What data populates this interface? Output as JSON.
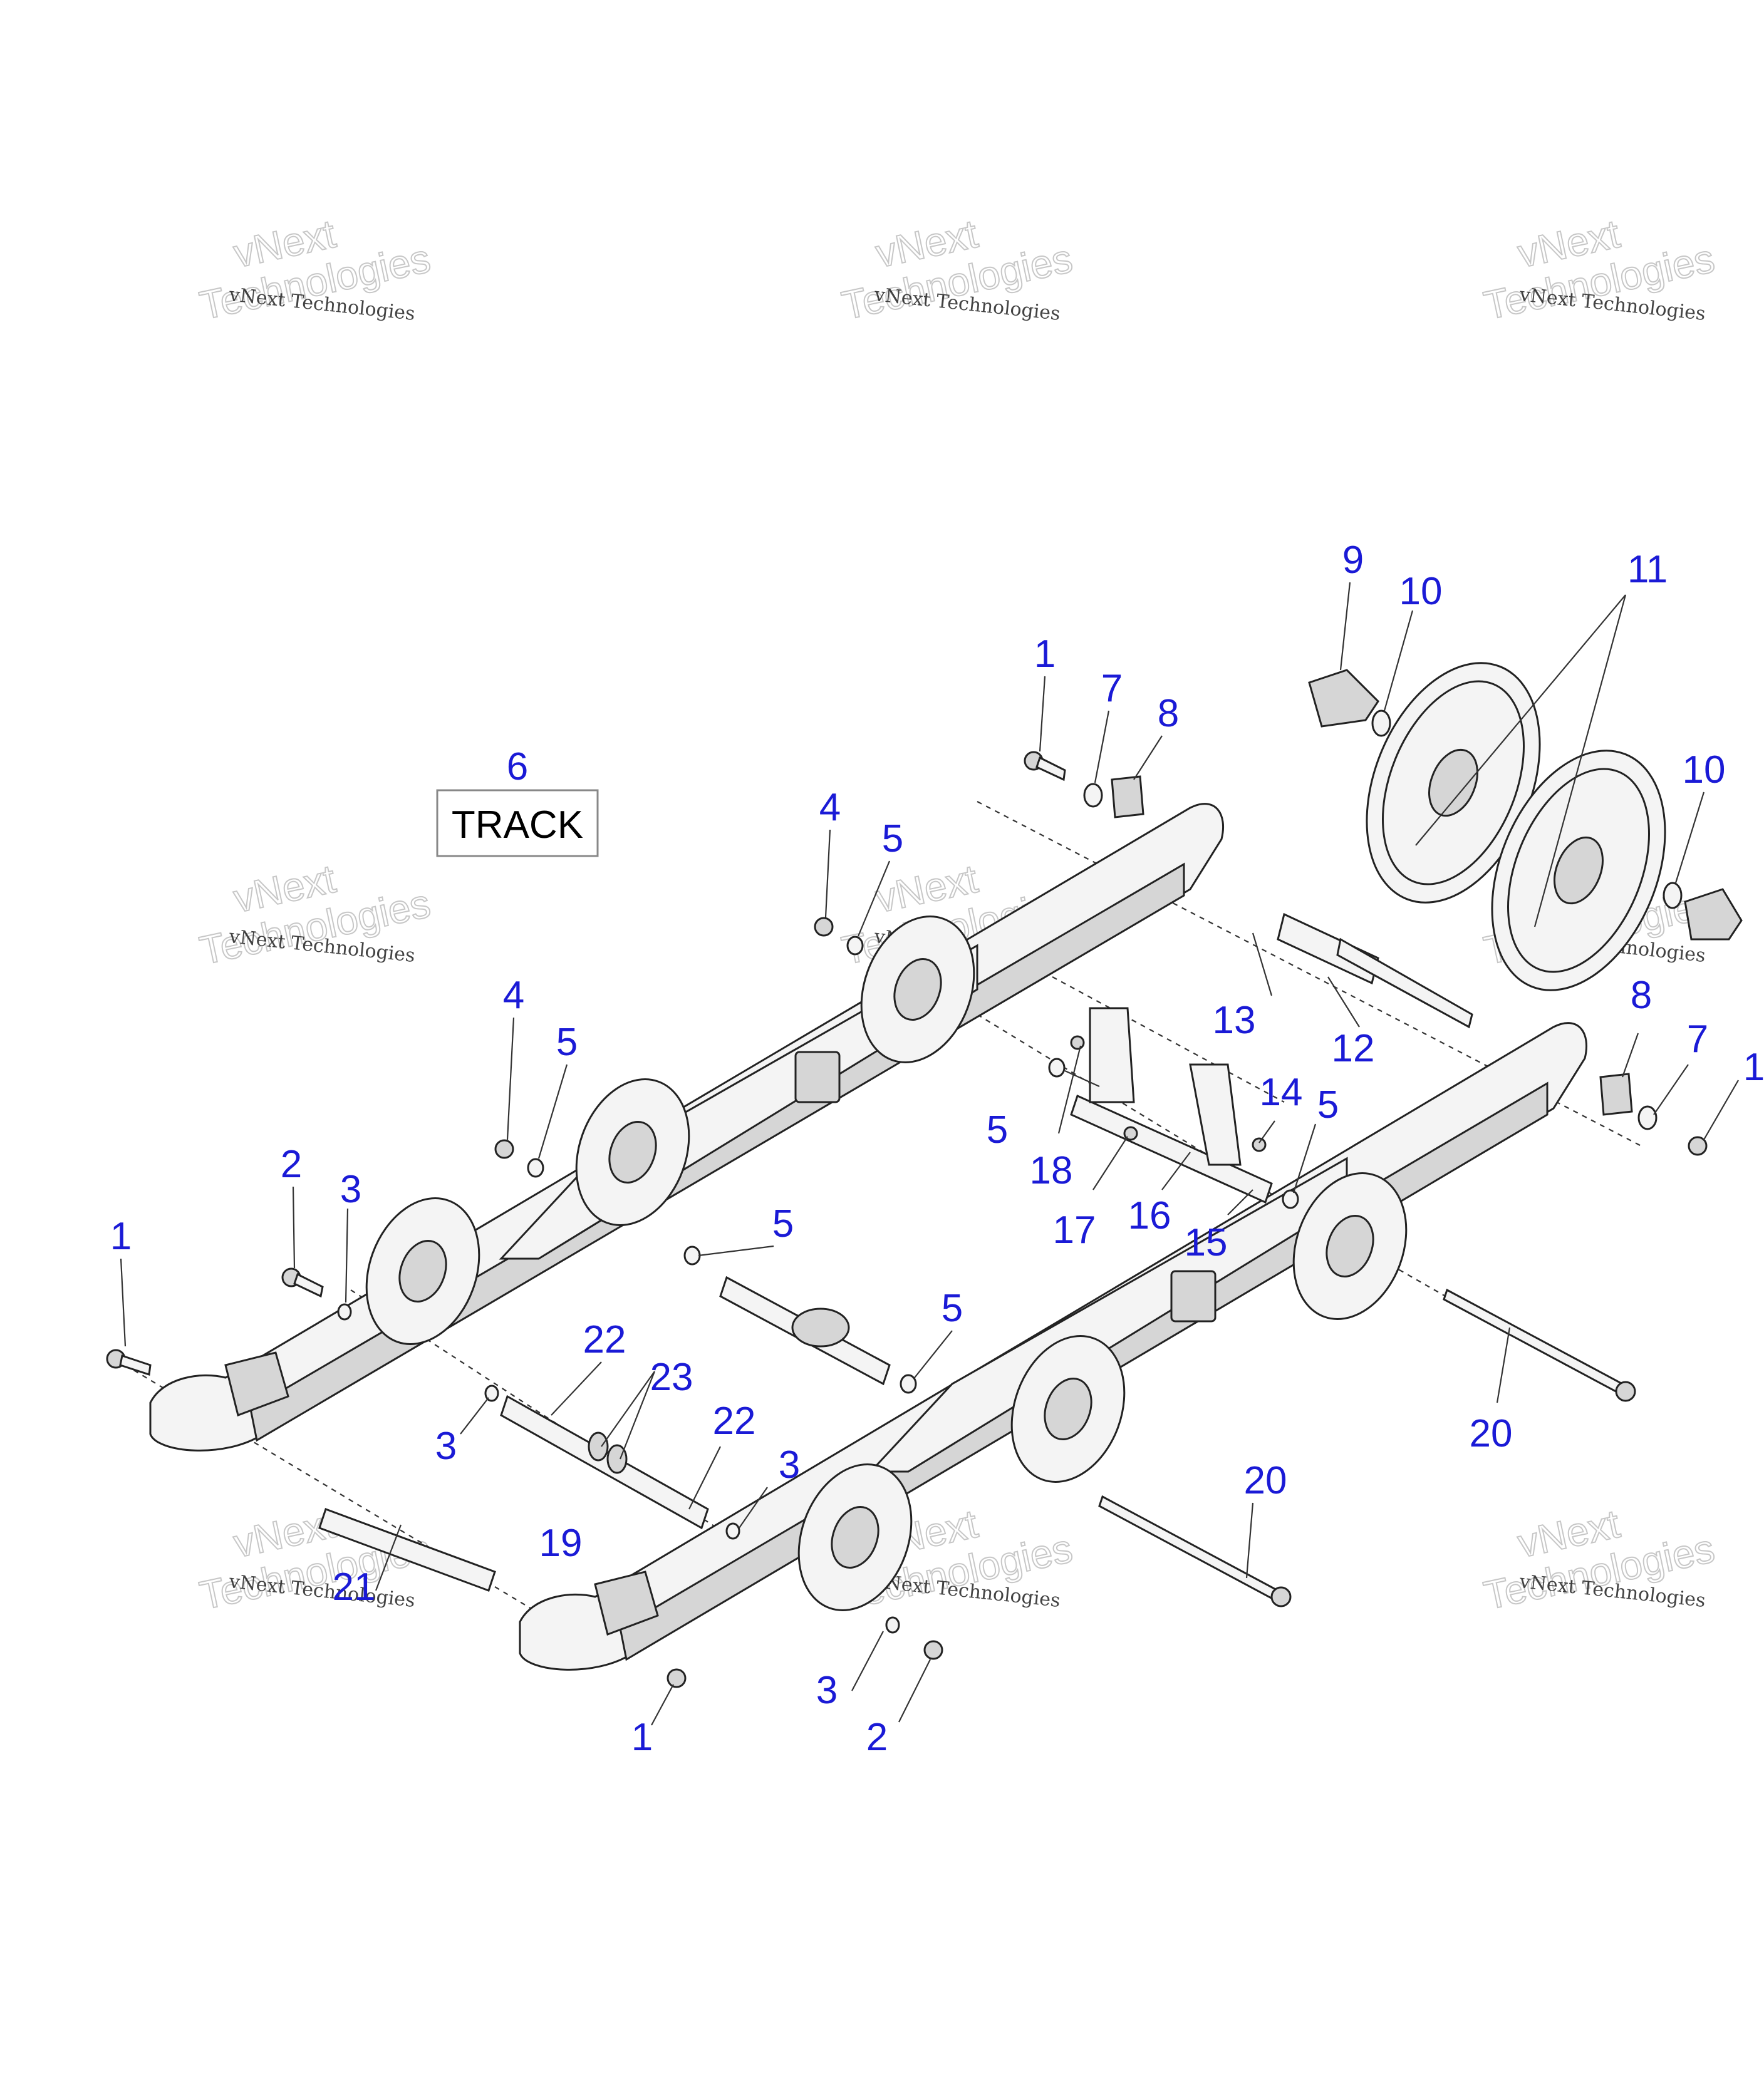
{
  "watermark": {
    "line1": "vNext Technologies",
    "big_top": "vNext",
    "big_bottom": "Technologies"
  },
  "track_label": "TRACK",
  "callouts": [
    "1",
    "2",
    "3",
    "4",
    "5",
    "6",
    "7",
    "8",
    "9",
    "10",
    "11",
    "12",
    "13",
    "14",
    "15",
    "16",
    "17",
    "18",
    "19",
    "20",
    "21",
    "22",
    "23"
  ]
}
